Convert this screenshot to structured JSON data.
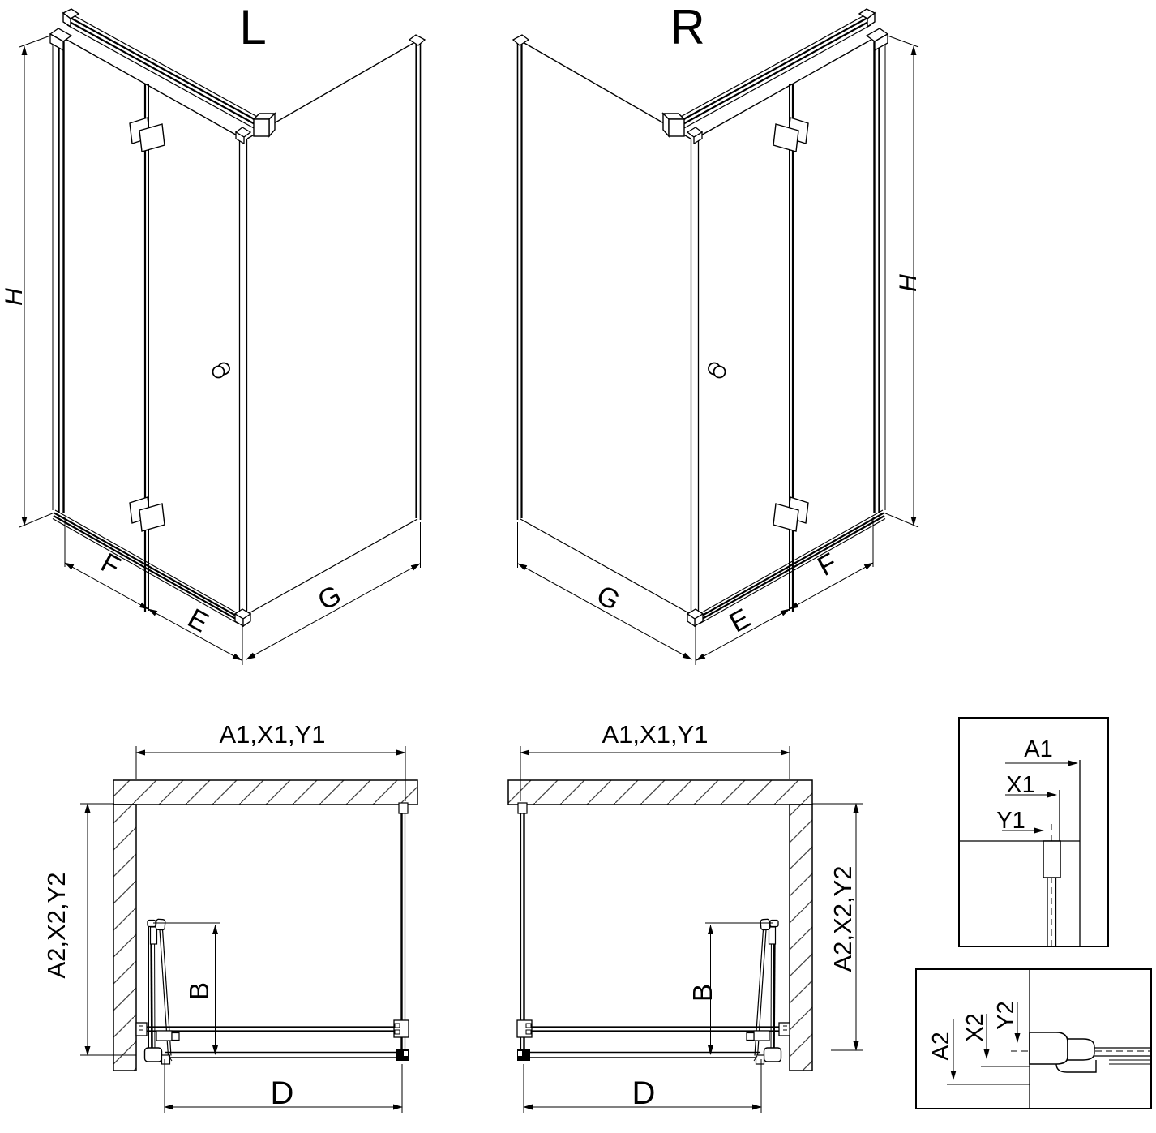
{
  "views": {
    "iso_left": {
      "name_label": "L"
    },
    "iso_right": {
      "name_label": "R"
    }
  },
  "dims": {
    "height": "H",
    "panel_f": "F",
    "panel_e": "E",
    "panel_g": "G",
    "width_top": "A1,X1,Y1",
    "depth_side": "A2,X2,Y2",
    "door": "B",
    "entry": "D"
  },
  "detail_top": {
    "a1": "A1",
    "x1": "X1",
    "y1": "Y1"
  },
  "detail_bottom": {
    "a2": "A2",
    "x2": "X2",
    "y2": "Y2"
  }
}
